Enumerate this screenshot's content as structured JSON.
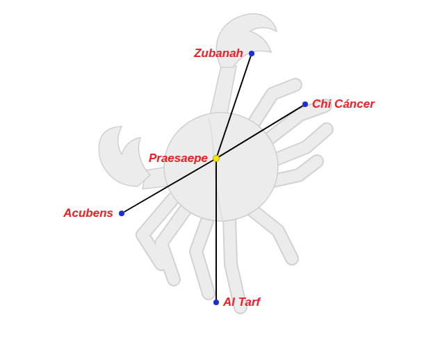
{
  "diagram": {
    "nodes": [
      {
        "text": [
          "Zubanah"
        ]
      },
      {
        "text": [
          "Chi Cáncer"
        ]
      },
      {
        "text": [
          "Praesaepe"
        ]
      },
      {
        "text": [
          "Acubens"
        ]
      },
      {
        "text": [
          "Al Tarf"
        ]
      }
    ],
    "edges": [
      {
        "from": 2,
        "to": 0,
        "arrow": "none"
      },
      {
        "from": 2,
        "to": 1,
        "arrow": "none"
      },
      {
        "from": 2,
        "to": 3,
        "arrow": "none"
      },
      {
        "from": 2,
        "to": 4,
        "arrow": "none"
      }
    ]
  }
}
